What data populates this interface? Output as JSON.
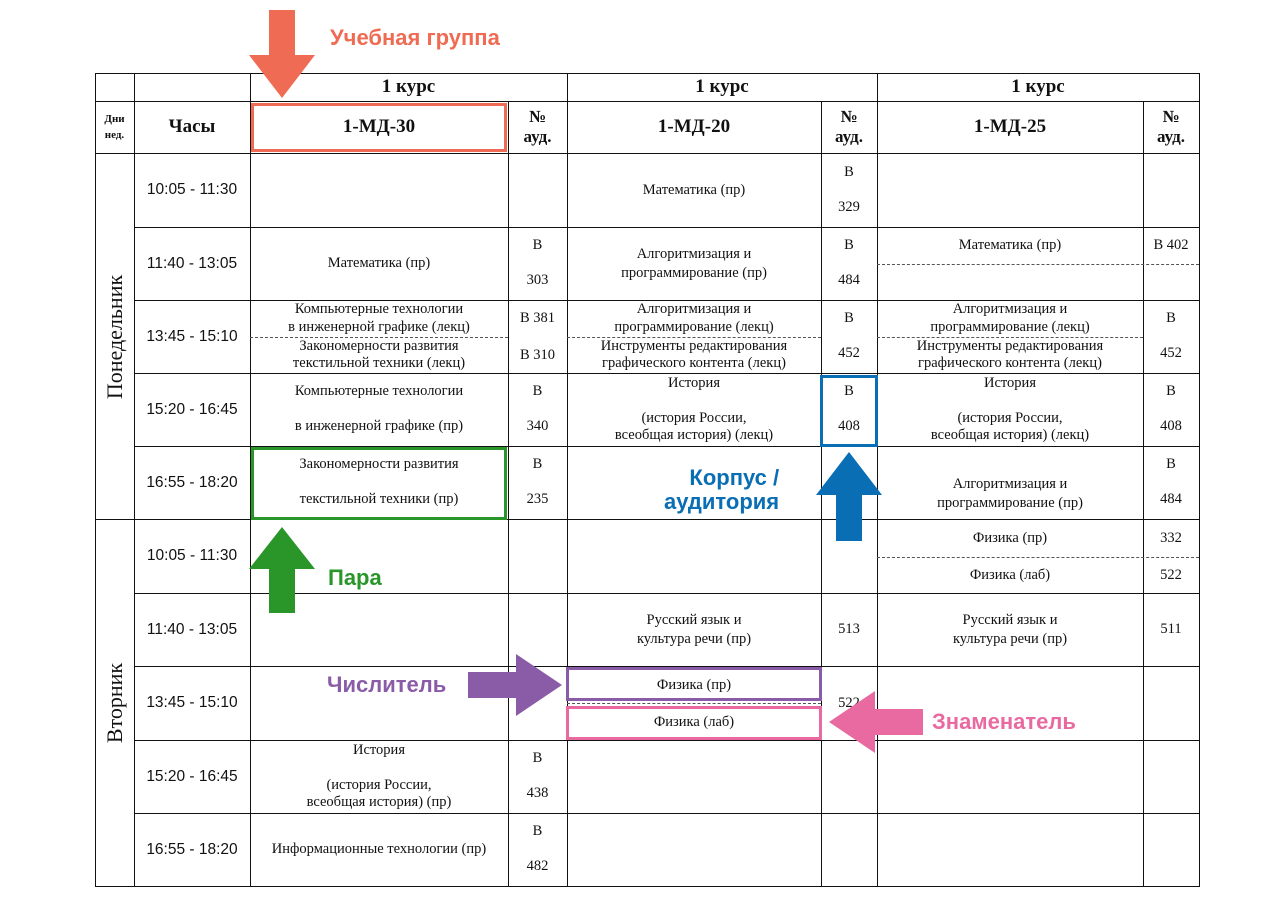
{
  "header": {
    "days_label": "Дни\nнед.",
    "hours_label": "Часы",
    "room_label": "№\nауд.",
    "courses": [
      "1 курс",
      "1 курс",
      "1 курс"
    ],
    "groups": [
      "1-МД-30",
      "1-МД-20",
      "1-МД-25"
    ]
  },
  "days": [
    "Понедельник",
    "Вторник"
  ],
  "times": [
    "10:05 - 11:30",
    "11:40 - 13:05",
    "13:45 - 15:10",
    "15:20 - 16:45",
    "16:55 - 18:20"
  ],
  "monday": {
    "md30": {
      "r2_subj": "Математика (пр)",
      "r2_room": "В\n\n303",
      "r3_subj_a": "Компьютерные технологии\nв инженерной графике (лекц)",
      "r3_room_a": "В 381",
      "r3_subj_b": "Закономерности развития\nтекстильной техники (лекц)",
      "r3_room_b": "В 310",
      "r4_subj": "Компьютерные технологии\n\nв инженерной графике (пр)",
      "r4_room": "В\n\n340",
      "r5_subj": "Закономерности развития\n\nтекстильной техники (пр)",
      "r5_room": "В\n\n235"
    },
    "md20": {
      "r1_subj": "Математика (пр)",
      "r1_room": "В\n\n329",
      "r2_subj": "Алгоритмизация и\nпрограммирование (пр)",
      "r2_room": "В\n\n484",
      "r3_subj_a": "Алгоритмизация и\nпрограммирование (лекц)",
      "r3_subj_b": "Инструменты редактирования\nграфического контента (лекц)",
      "r3_room": "В\n\n452",
      "r4_subj": "История\n\n(история России,\nвсеобщая история) (лекц)",
      "r4_room": "В\n\n408"
    },
    "md25": {
      "r2_subj": "Математика (пр)",
      "r2_room": "В 402",
      "r3_subj_a": "Алгоритмизация и\nпрограммирование (лекц)",
      "r3_subj_b": "Инструменты редактирования\nграфического контента (лекц)",
      "r3_room": "В\n\n452",
      "r4_subj": "История\n\n(история России,\nвсеобщая история) (лекц)",
      "r4_room": "В\n\n408",
      "r5_subj": "Алгоритмизация и\nпрограммирование (пр)",
      "r5_room": "В\n\n484"
    }
  },
  "tuesday": {
    "md30": {
      "r4_subj": "История\n\n(история России,\nвсеобщая история) (пр)",
      "r4_room": "В\n\n438",
      "r5_subj": "Информационные технологии (пр)",
      "r5_room": "В\n\n482"
    },
    "md20": {
      "r2_subj": "Русский язык и\nкультура речи (пр)",
      "r2_room": "513",
      "r3_subj_a": "Физика (пр)",
      "r3_subj_b": "Физика (лаб)",
      "r3_room": "522"
    },
    "md25": {
      "r1_subj_a": "Физика (пр)",
      "r1_room_a": "332",
      "r1_subj_b": "Физика (лаб)",
      "r1_room_b": "522",
      "r2_subj": "Русский язык и\nкультура речи (пр)",
      "r2_room": "511"
    }
  },
  "annotations": {
    "group": "Учебная группа",
    "room": "Корпус /\nаудитория",
    "pair": "Пара",
    "numerator": "Числитель",
    "denominator": "Знаменатель"
  },
  "colors": {
    "group": "#ef6b53",
    "room": "#0a6eb4",
    "pair": "#2a962a",
    "numerator": "#8a5ca8",
    "denominator": "#e86aa0"
  }
}
